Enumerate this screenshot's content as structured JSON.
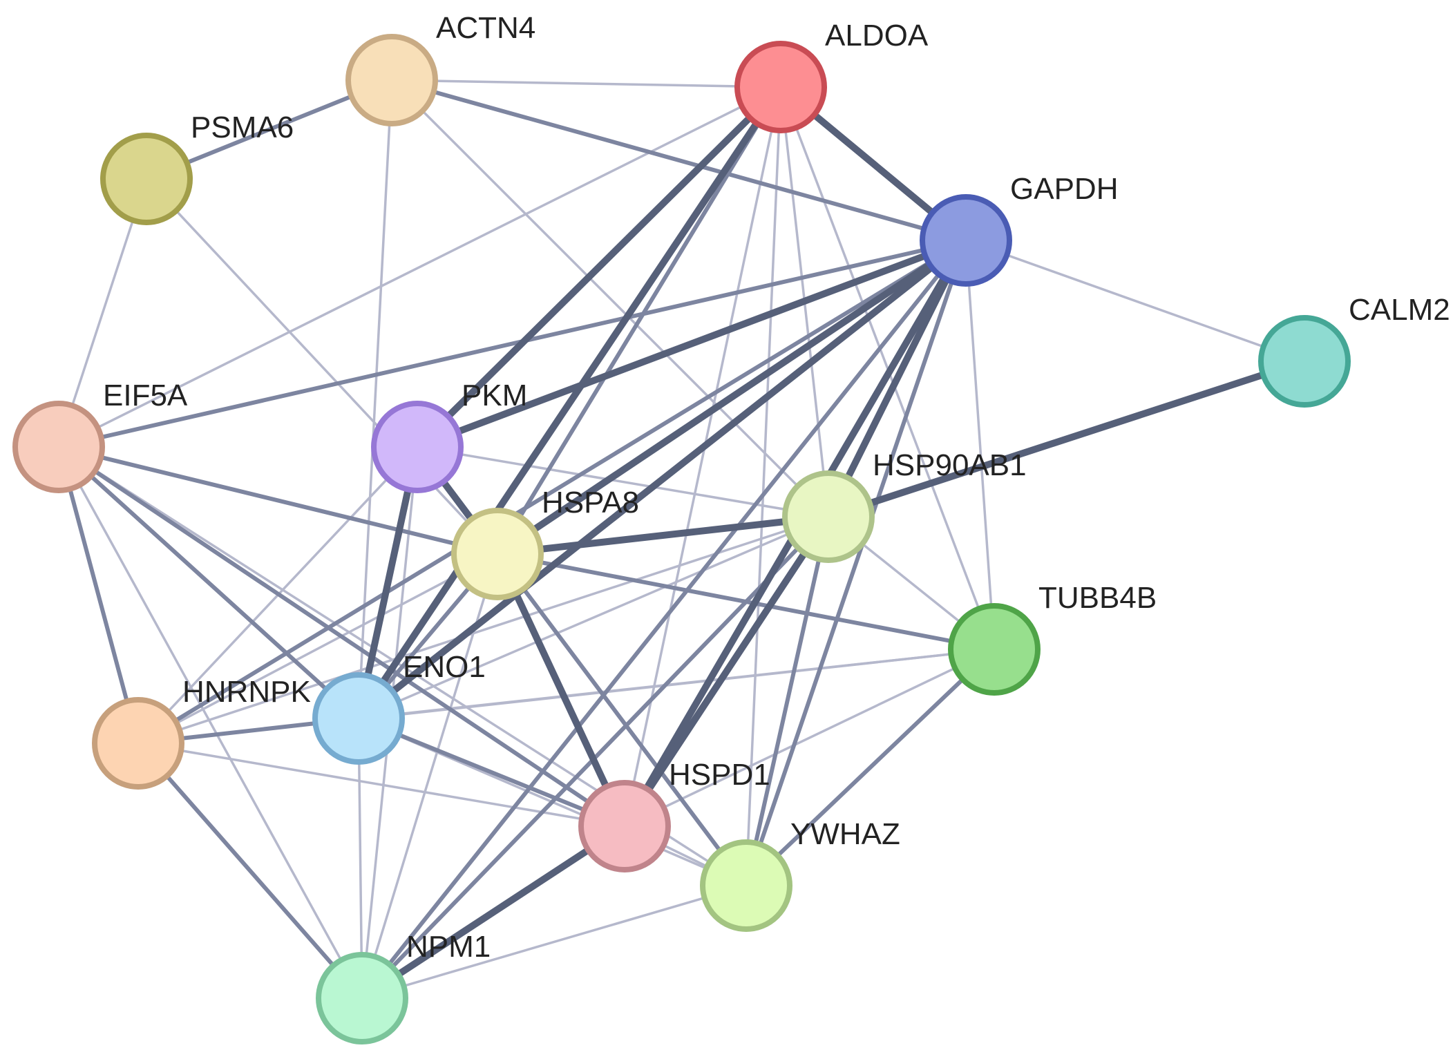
{
  "nodes": [
    {
      "id": "ACTN4",
      "label": "ACTN4",
      "fill": "#f8dfb8",
      "stroke": "#c9ab84"
    },
    {
      "id": "ALDOA",
      "label": "ALDOA",
      "fill": "#fd8e92",
      "stroke": "#c94c54"
    },
    {
      "id": "PSMA6",
      "label": "PSMA6",
      "fill": "#dad68d",
      "stroke": "#a29e4a"
    },
    {
      "id": "GAPDH",
      "label": "GAPDH",
      "fill": "#8c9be0",
      "stroke": "#4a5cb4"
    },
    {
      "id": "CALM2",
      "label": "CALM2",
      "fill": "#8edbd1",
      "stroke": "#45a796"
    },
    {
      "id": "EIF5A",
      "label": "EIF5A",
      "fill": "#f8cdbd",
      "stroke": "#c49280"
    },
    {
      "id": "PKM",
      "label": "PKM",
      "fill": "#d1b8fa",
      "stroke": "#9677d6"
    },
    {
      "id": "HSP90AB1",
      "label": "HSP90AB1",
      "fill": "#e8f6c3",
      "stroke": "#aec38a"
    },
    {
      "id": "HSPA8",
      "label": "HSPA8",
      "fill": "#f7f5c4",
      "stroke": "#c3c083"
    },
    {
      "id": "TUBB4B",
      "label": "TUBB4B",
      "fill": "#97df8d",
      "stroke": "#4fa448"
    },
    {
      "id": "ENO1",
      "label": "ENO1",
      "fill": "#b8e3fa",
      "stroke": "#76abd0"
    },
    {
      "id": "HNRNPK",
      "label": "HNRNPK",
      "fill": "#fdd4b2",
      "stroke": "#c7a07c"
    },
    {
      "id": "HSPD1",
      "label": "HSPD1",
      "fill": "#f6bcc2",
      "stroke": "#c0848b"
    },
    {
      "id": "YWHAZ",
      "label": "YWHAZ",
      "fill": "#dcfbb5",
      "stroke": "#a3c481"
    },
    {
      "id": "NPM1",
      "label": "NPM1",
      "fill": "#b9f7d2",
      "stroke": "#7bc49a"
    }
  ],
  "edge_colors": {
    "strong": "#566079",
    "medium": "#7d85a0",
    "weak": "#b5b8cc"
  },
  "edges": [
    {
      "source": "PSMA6",
      "target": "ACTN4",
      "weight": "medium"
    },
    {
      "source": "PSMA6",
      "target": "EIF5A",
      "weight": "weak"
    },
    {
      "source": "PSMA6",
      "target": "HSPA8",
      "weight": "weak"
    },
    {
      "source": "ACTN4",
      "target": "ALDOA",
      "weight": "weak"
    },
    {
      "source": "ACTN4",
      "target": "GAPDH",
      "weight": "medium"
    },
    {
      "source": "ACTN4",
      "target": "HSP90AB1",
      "weight": "weak"
    },
    {
      "source": "ACTN4",
      "target": "ENO1",
      "weight": "weak"
    },
    {
      "source": "ALDOA",
      "target": "GAPDH",
      "weight": "strong"
    },
    {
      "source": "ALDOA",
      "target": "PKM",
      "weight": "strong"
    },
    {
      "source": "ALDOA",
      "target": "ENO1",
      "weight": "strong"
    },
    {
      "source": "ALDOA",
      "target": "HSPA8",
      "weight": "medium"
    },
    {
      "source": "ALDOA",
      "target": "HSP90AB1",
      "weight": "weak"
    },
    {
      "source": "ALDOA",
      "target": "HSPD1",
      "weight": "weak"
    },
    {
      "source": "ALDOA",
      "target": "YWHAZ",
      "weight": "weak"
    },
    {
      "source": "ALDOA",
      "target": "TUBB4B",
      "weight": "weak"
    },
    {
      "source": "ALDOA",
      "target": "EIF5A",
      "weight": "weak"
    },
    {
      "source": "GAPDH",
      "target": "PKM",
      "weight": "strong"
    },
    {
      "source": "GAPDH",
      "target": "ENO1",
      "weight": "strong"
    },
    {
      "source": "GAPDH",
      "target": "HSPA8",
      "weight": "strong"
    },
    {
      "source": "GAPDH",
      "target": "HSP90AB1",
      "weight": "strong"
    },
    {
      "source": "GAPDH",
      "target": "HSPD1",
      "weight": "strong"
    },
    {
      "source": "GAPDH",
      "target": "YWHAZ",
      "weight": "medium"
    },
    {
      "source": "GAPDH",
      "target": "TUBB4B",
      "weight": "weak"
    },
    {
      "source": "GAPDH",
      "target": "CALM2",
      "weight": "weak"
    },
    {
      "source": "GAPDH",
      "target": "EIF5A",
      "weight": "medium"
    },
    {
      "source": "GAPDH",
      "target": "NPM1",
      "weight": "medium"
    },
    {
      "source": "GAPDH",
      "target": "HNRNPK",
      "weight": "medium"
    },
    {
      "source": "CALM2",
      "target": "HSP90AB1",
      "weight": "strong"
    },
    {
      "source": "EIF5A",
      "target": "HSPA8",
      "weight": "medium"
    },
    {
      "source": "EIF5A",
      "target": "ENO1",
      "weight": "medium"
    },
    {
      "source": "EIF5A",
      "target": "HNRNPK",
      "weight": "medium"
    },
    {
      "source": "EIF5A",
      "target": "NPM1",
      "weight": "weak"
    },
    {
      "source": "EIF5A",
      "target": "HSPD1",
      "weight": "medium"
    },
    {
      "source": "EIF5A",
      "target": "YWHAZ",
      "weight": "weak"
    },
    {
      "source": "PKM",
      "target": "HSPA8",
      "weight": "strong"
    },
    {
      "source": "PKM",
      "target": "ENO1",
      "weight": "strong"
    },
    {
      "source": "PKM",
      "target": "HSP90AB1",
      "weight": "weak"
    },
    {
      "source": "PKM",
      "target": "HNRNPK",
      "weight": "weak"
    },
    {
      "source": "PKM",
      "target": "NPM1",
      "weight": "weak"
    },
    {
      "source": "HSPA8",
      "target": "HSP90AB1",
      "weight": "strong"
    },
    {
      "source": "HSPA8",
      "target": "ENO1",
      "weight": "medium"
    },
    {
      "source": "HSPA8",
      "target": "HSPD1",
      "weight": "strong"
    },
    {
      "source": "HSPA8",
      "target": "TUBB4B",
      "weight": "medium"
    },
    {
      "source": "HSPA8",
      "target": "YWHAZ",
      "weight": "medium"
    },
    {
      "source": "HSPA8",
      "target": "NPM1",
      "weight": "weak"
    },
    {
      "source": "HSPA8",
      "target": "HNRNPK",
      "weight": "weak"
    },
    {
      "source": "HSP90AB1",
      "target": "ENO1",
      "weight": "weak"
    },
    {
      "source": "HSP90AB1",
      "target": "HSPD1",
      "weight": "strong"
    },
    {
      "source": "HSP90AB1",
      "target": "YWHAZ",
      "weight": "medium"
    },
    {
      "source": "HSP90AB1",
      "target": "TUBB4B",
      "weight": "weak"
    },
    {
      "source": "HSP90AB1",
      "target": "NPM1",
      "weight": "medium"
    },
    {
      "source": "HSP90AB1",
      "target": "HNRNPK",
      "weight": "weak"
    },
    {
      "source": "TUBB4B",
      "target": "ENO1",
      "weight": "weak"
    },
    {
      "source": "TUBB4B",
      "target": "YWHAZ",
      "weight": "medium"
    },
    {
      "source": "TUBB4B",
      "target": "HSPD1",
      "weight": "weak"
    },
    {
      "source": "TUBB4B",
      "target": "HNRNPK",
      "weight": "weak"
    },
    {
      "source": "ENO1",
      "target": "HSPD1",
      "weight": "medium"
    },
    {
      "source": "ENO1",
      "target": "NPM1",
      "weight": "weak"
    },
    {
      "source": "ENO1",
      "target": "HNRNPK",
      "weight": "medium"
    },
    {
      "source": "ENO1",
      "target": "YWHAZ",
      "weight": "weak"
    },
    {
      "source": "HNRNPK",
      "target": "NPM1",
      "weight": "medium"
    },
    {
      "source": "HNRNPK",
      "target": "HSPD1",
      "weight": "weak"
    },
    {
      "source": "HSPD1",
      "target": "NPM1",
      "weight": "strong"
    },
    {
      "source": "HSPD1",
      "target": "YWHAZ",
      "weight": "weak"
    },
    {
      "source": "YWHAZ",
      "target": "NPM1",
      "weight": "weak"
    }
  ]
}
